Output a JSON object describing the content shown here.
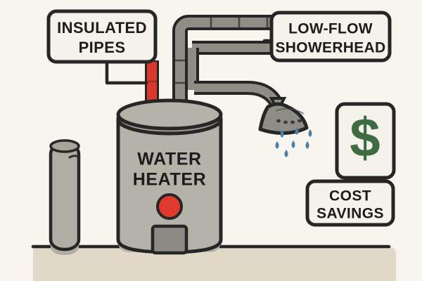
{
  "illustration": {
    "title": "Water heater efficiency diagram",
    "background_color": "#f7f5ee",
    "ink_color": "#262626",
    "floor_color": "#e2d8c8"
  },
  "callouts": {
    "insulated_pipes": {
      "line1": "INSULATED",
      "line2": "PIPES",
      "box_fill": "#f4f2ea",
      "text_color": "#1c1c1c"
    },
    "low_flow_showerhead": {
      "line1": "LOW-FLOW",
      "line2": "SHOWERHEAD",
      "box_fill": "#f4f2ea",
      "text_color": "#1c1c1c"
    },
    "cost_savings": {
      "line1": "COST",
      "line2": "SAVINGS",
      "box_fill": "#f4f2ea",
      "text_color": "#1c1c1c"
    },
    "dollar_badge": {
      "symbol": "$",
      "box_fill": "#f4f2ea",
      "symbol_color": "#3e6b42"
    }
  },
  "equipment": {
    "water_heater": {
      "label_line1": "WATER",
      "label_line2": "HEATER",
      "body_color": "#b5b2aa",
      "top_color": "#9e9b93",
      "indicator_color": "#e0392e",
      "panel_color": "#8c8a84"
    },
    "side_tank": {
      "body_color": "#b0ada5",
      "highlight_color": "#2d2d2d"
    },
    "hot_pipe": {
      "color": "#d9382f",
      "description": "insulated-red-pipe"
    },
    "cold_pipe": {
      "color": "#8e8d86",
      "description": "grey-supply-pipe"
    },
    "showerhead": {
      "cone_color": "#8e8d86",
      "nozzle_color": "#3b3b3b"
    },
    "water_droplets": {
      "color": "#4a7fa8",
      "count": 6
    }
  }
}
